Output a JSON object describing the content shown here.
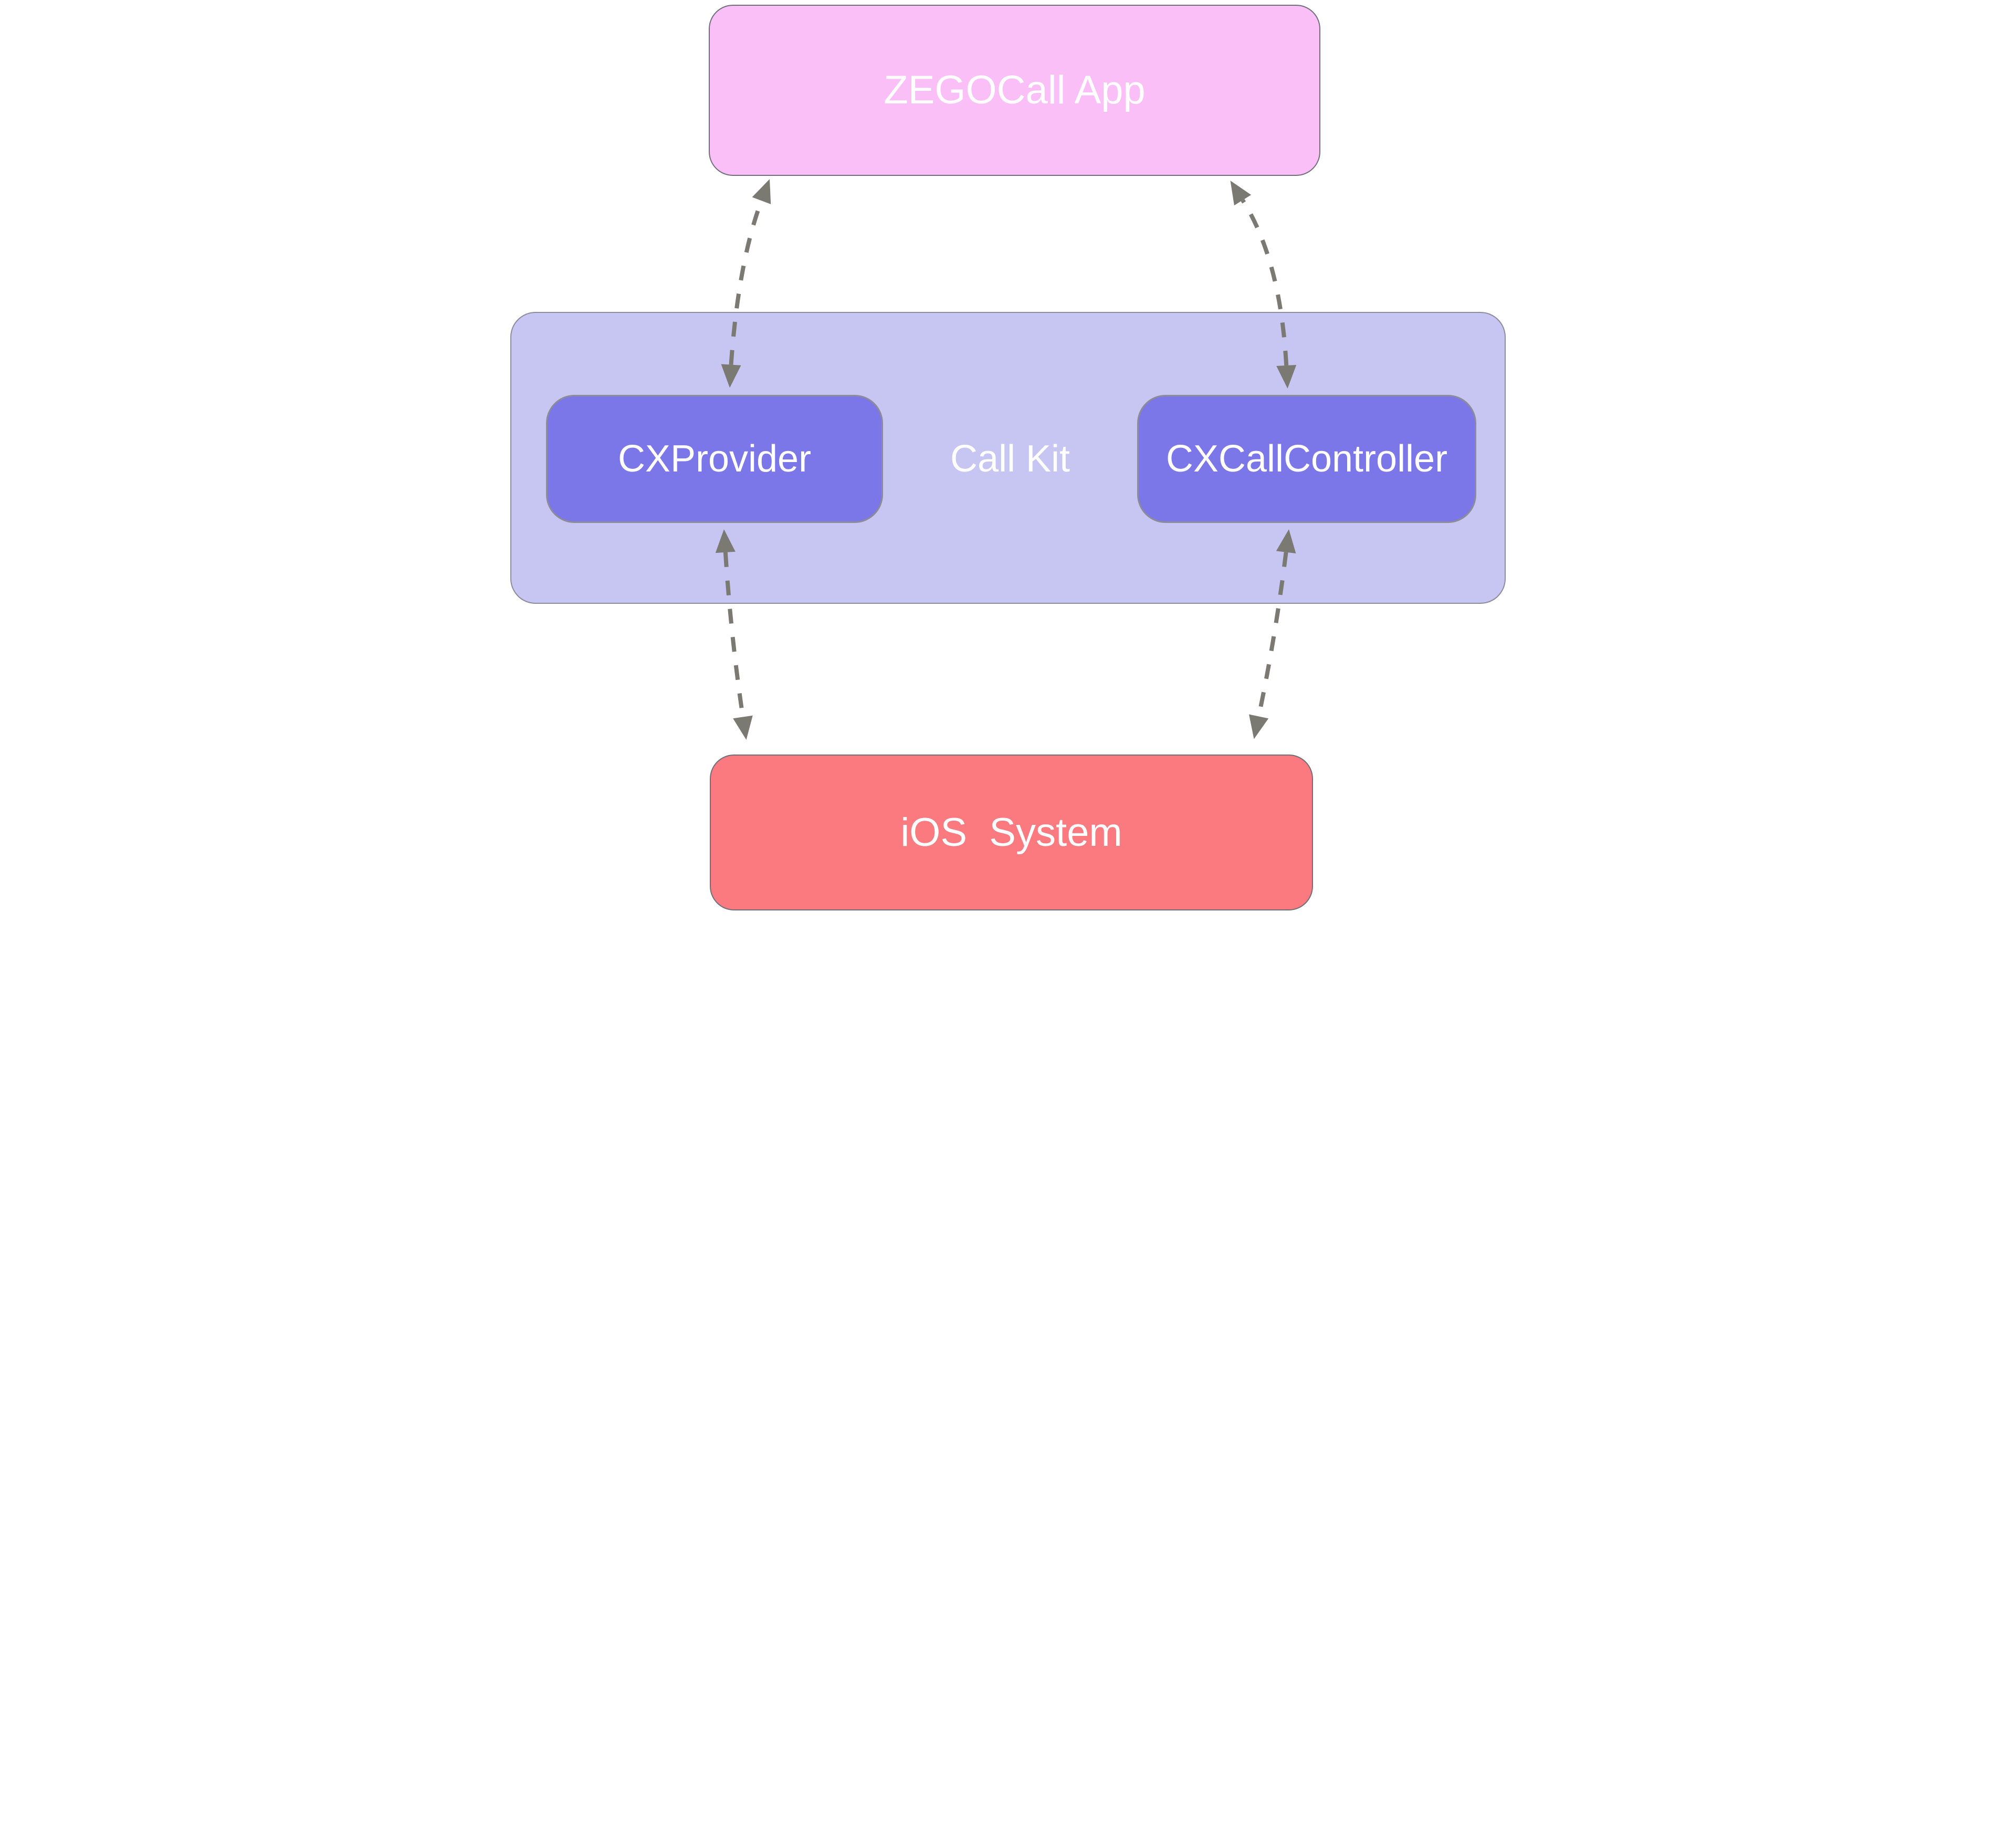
{
  "page": {
    "background": "#ffffff"
  },
  "diagram": {
    "type": "architecture-diagram",
    "nodes": {
      "app": {
        "label": "ZEGOCall App",
        "fill": "#fbbff7",
        "text_color": "#ffffff"
      },
      "callkit": {
        "label": "Call Kit",
        "fill": "#c7c5f2",
        "text_color": "#ffffff"
      },
      "cxprovider": {
        "label": "CXProvider",
        "fill": "#7c77e9",
        "text_color": "#ffffff"
      },
      "cxcallcontroller": {
        "label": "CXCallController",
        "fill": "#7c77e9",
        "text_color": "#ffffff"
      },
      "ios": {
        "label": "iOS  System",
        "fill": "#fa7a7f",
        "text_color": "#ffffff"
      }
    },
    "edges": [
      {
        "from": "ZEGOCall App",
        "to": "CXProvider",
        "pattern": "dashed",
        "bidirectional": true
      },
      {
        "from": "ZEGOCall App",
        "to": "CXCallController",
        "pattern": "dashed",
        "bidirectional": true
      },
      {
        "from": "CXProvider",
        "to": "iOS System",
        "pattern": "dashed",
        "bidirectional": true
      },
      {
        "from": "CXCallController",
        "to": "iOS System",
        "pattern": "dashed",
        "bidirectional": true
      }
    ],
    "edge_style": {
      "color": "#7a7a73",
      "pattern": "dashed",
      "arrowheads": "both-ends"
    }
  }
}
